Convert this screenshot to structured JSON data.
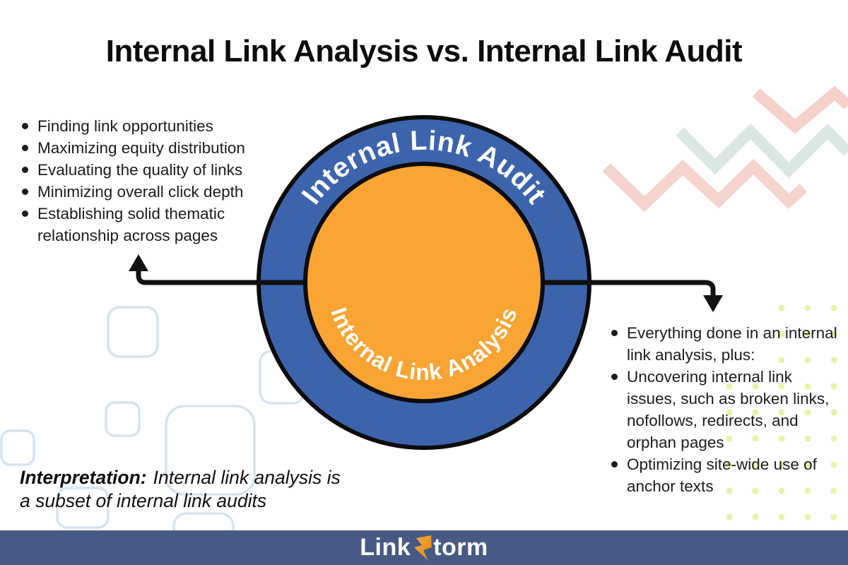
{
  "title": "Internal Link Analysis vs. Internal Link Audit",
  "diagram": {
    "outer_label": "Internal Link Audit",
    "inner_label": "Internal Link Analysis",
    "outer_ring_color": "#3c64ad",
    "inner_circle_color": "#f9a433",
    "outline_color": "#0c0c0c",
    "arrow_color": "#111111"
  },
  "left_list": {
    "items": [
      "Finding link opportunities",
      "Maximizing equity distribution",
      "Evaluating the quality of links",
      "Minimizing overall click depth",
      "Establishing solid thematic relationship across pages"
    ]
  },
  "right_list": {
    "items": [
      "Everything done in an internal link analysis, plus:",
      "Uncovering internal link issues, such as broken links, nofollows, redirects, and orphan pages",
      "Optimizing site-wide use of anchor texts"
    ]
  },
  "interpretation": {
    "label": "Interpretation:",
    "line1_rest": "Internal link analysis is",
    "line2": "a subset of internal link audits"
  },
  "footer": {
    "brand_prefix": "Link",
    "brand_suffix": "torm",
    "bar_color": "#475a85",
    "bolt_color": "#f2991b"
  },
  "decor": {
    "zigzag_pink": "#f7d0ca",
    "zigzag_mint": "#dbe8e1",
    "square_outline": "#d6e3ef",
    "dot_color": "#e9f2a8"
  }
}
